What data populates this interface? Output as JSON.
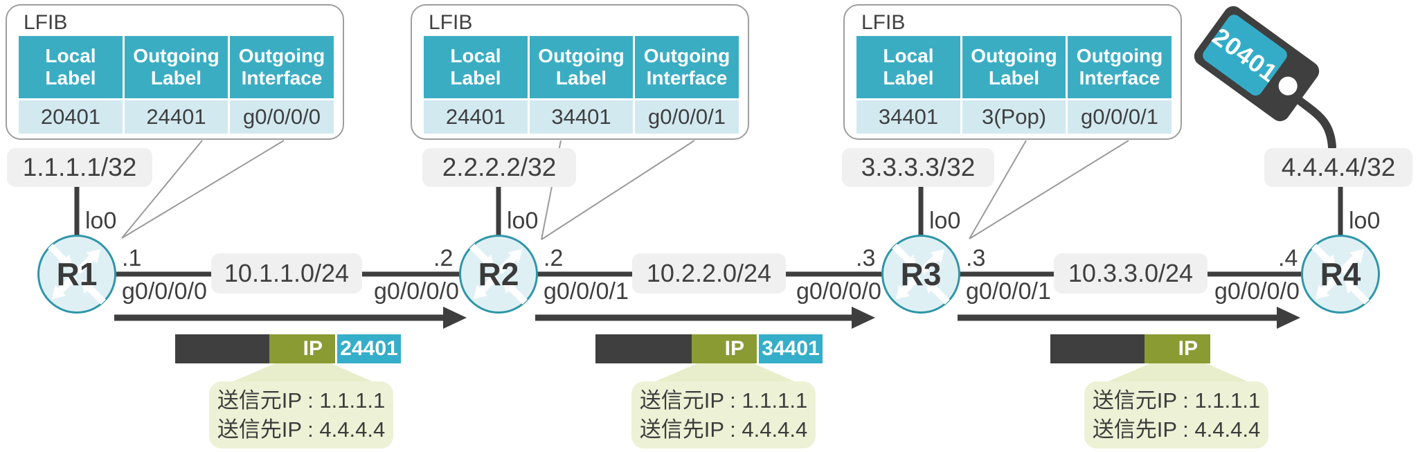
{
  "colors": {
    "teal_header": "#3BADC3",
    "teal_chip": "#35AEC9",
    "table_row_blue": "#D2E9F0",
    "olive_ip": "#8A9B33",
    "dark": "#3F3F3F",
    "callout_green": "#EDF2D6",
    "gray_box": "#F0F0F0",
    "router_fill": "#DFF0F5",
    "router_stroke": "#2E96A8"
  },
  "lfib_tables": [
    {
      "title": "LFIB",
      "headers": [
        "Local\nLabel",
        "Outgoing\nLabel",
        "Outgoing\nInterface"
      ],
      "row": [
        "20401",
        "24401",
        "g0/0/0/0"
      ]
    },
    {
      "title": "LFIB",
      "headers": [
        "Local\nLabel",
        "Outgoing\nLabel",
        "Outgoing\nInterface"
      ],
      "row": [
        "24401",
        "34401",
        "g0/0/0/1"
      ]
    },
    {
      "title": "LFIB",
      "headers": [
        "Local\nLabel",
        "Outgoing\nLabel",
        "Outgoing\nInterface"
      ],
      "row": [
        "34401",
        "3(Pop)",
        "g0/0/0/1"
      ]
    }
  ],
  "routers": [
    {
      "name": "R1",
      "loopback_prefix": "1.1.1.1/32",
      "loopback_if": "lo0",
      "right_addr": ".1",
      "right_if": "g0/0/0/0"
    },
    {
      "name": "R2",
      "loopback_prefix": "2.2.2.2/32",
      "loopback_if": "lo0",
      "left_addr": ".2",
      "left_if": "g0/0/0/0",
      "right_addr": ".2",
      "right_if": "g0/0/0/1"
    },
    {
      "name": "R3",
      "loopback_prefix": "3.3.3.3/32",
      "loopback_if": "lo0",
      "left_addr": ".3",
      "left_if": "g0/0/0/0",
      "right_addr": ".3",
      "right_if": "g0/0/0/1"
    },
    {
      "name": "R4",
      "loopback_prefix": "4.4.4.4/32",
      "loopback_if": "lo0",
      "left_addr": ".4",
      "left_if": "g0/0/0/0"
    }
  ],
  "links": [
    {
      "subnet": "10.1.1.0/24"
    },
    {
      "subnet": "10.2.2.0/24"
    },
    {
      "subnet": "10.3.3.0/24"
    }
  ],
  "packets": [
    {
      "ip": "IP",
      "label": "24401",
      "src_line": "送信元IP : 1.1.1.1",
      "dst_line": "送信先IP : 4.4.4.4"
    },
    {
      "ip": "IP",
      "label": "34401",
      "src_line": "送信元IP : 1.1.1.1",
      "dst_line": "送信先IP : 4.4.4.4"
    },
    {
      "ip": "IP",
      "src_line": "送信元IP : 1.1.1.1",
      "dst_line": "送信先IP : 4.4.4.4"
    }
  ],
  "tag": {
    "label": "20401"
  }
}
